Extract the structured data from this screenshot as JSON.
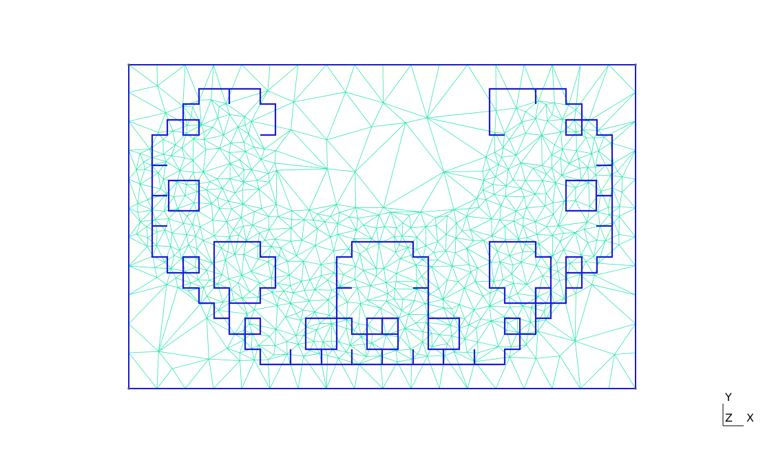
{
  "colors": {
    "background": "#ffffff",
    "mesh_edge": "#2ee6b0",
    "boundary_edge": "#1a1adc",
    "node": "#555555",
    "axis": "#000000"
  },
  "axis_triad": {
    "y_label": "Y",
    "z_label": "Z",
    "x_label": "X"
  }
}
